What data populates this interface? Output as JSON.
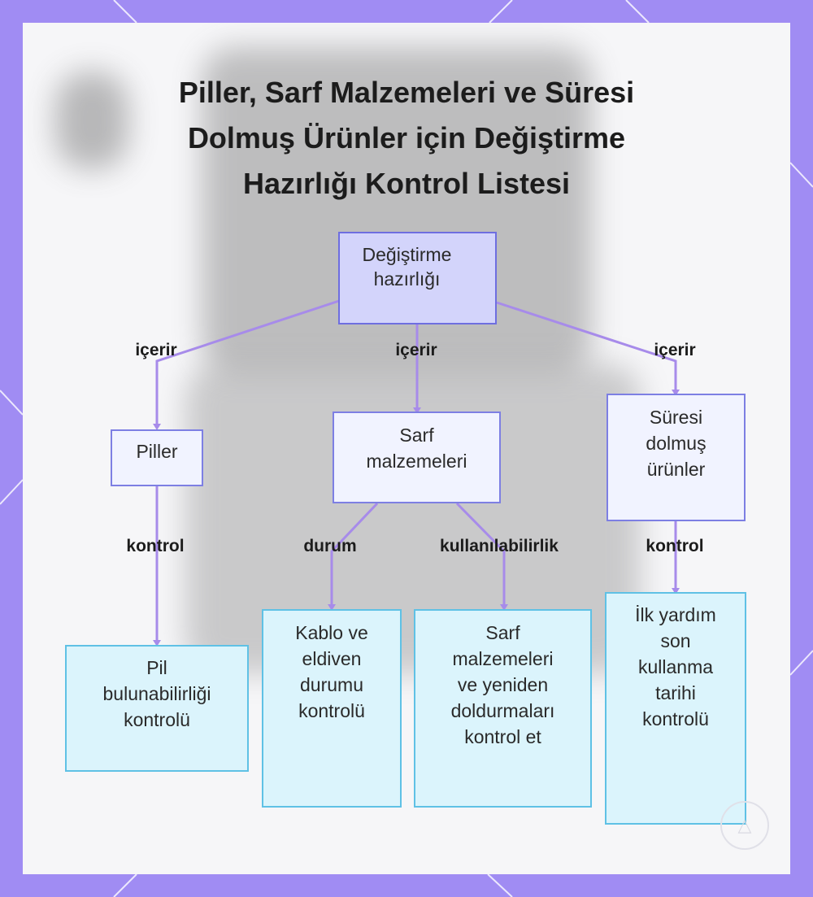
{
  "title": {
    "line1": "Piller, Sarf Malzemeleri ve Süresi",
    "line2": "Dolmuş Ürünler için Değiştirme",
    "line3": "Hazırlığı Kontrol Listesi"
  },
  "nodes": {
    "root": {
      "lines": [
        "Değiştirme",
        "hazırlığı"
      ]
    },
    "piller": {
      "lines": [
        "Piller"
      ]
    },
    "sarf": {
      "lines": [
        "Sarf",
        "malzemeleri"
      ]
    },
    "suresi": {
      "lines": [
        "Süresi",
        "dolmuş",
        "ürünler"
      ]
    },
    "pil_kontrol": {
      "lines": [
        "Pil",
        "bulunabilirliği",
        "kontrolü"
      ]
    },
    "kablo": {
      "lines": [
        "Kablo ve",
        "eldiven",
        "durumu",
        "kontrolü"
      ]
    },
    "sarf_kontrol": {
      "lines": [
        "Sarf",
        "malzemeleri",
        "ve yeniden",
        "doldurmaları",
        "kontrol et"
      ]
    },
    "ilk_yardim": {
      "lines": [
        "İlk yardım",
        "son",
        "kullanma",
        "tarihi",
        "kontrolü"
      ]
    }
  },
  "edges": {
    "root_piller": "içerir",
    "root_sarf": "içerir",
    "root_suresi": "içerir",
    "piller_kontrol": "kontrol",
    "sarf_durum": "durum",
    "sarf_kullanilabilirlik": "kullanılabilirlik",
    "suresi_kontrol": "kontrol"
  },
  "colors": {
    "frame": "#a08cf3",
    "connector": "#a78bea",
    "root_fill": "#d3d4fb",
    "leaf_fill": "#dbf4fc",
    "leaf_border": "#5fc1e5"
  },
  "watermark_icon": "triangle-logo-icon"
}
